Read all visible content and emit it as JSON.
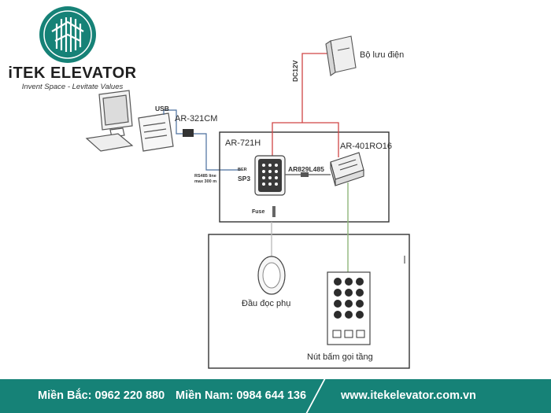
{
  "brand": {
    "name": "iTEK ELEVATOR",
    "tagline": "Invent Space - Levitate Values",
    "colors": {
      "teal": "#168277",
      "teal_dark": "#0f6b62",
      "white": "#ffffff"
    }
  },
  "diagram": {
    "computer_port": "USB",
    "converter_label": "AR-321CM",
    "cable_note_line1": "RS485 line",
    "cable_note_line2": "max 300 m",
    "controller_label": "AR-721H",
    "controller_port_top": "BER",
    "controller_port_bottom": "SP3",
    "bus_label": "AR829L485",
    "relay_label": "AR-401RO16",
    "ups_label": "Bộ lưu điện",
    "power_label": "DC12V",
    "fuse_label": "Fuse",
    "reader_label": "Đầu đọc phụ",
    "floor_buttons_label": "Nút bấm gọi tầng"
  },
  "footer": {
    "north": "Miền Bắc: 0962 220 880",
    "south": "Miền Nam: 0984 644 136",
    "website": "www.itekelevator.com.vn"
  }
}
